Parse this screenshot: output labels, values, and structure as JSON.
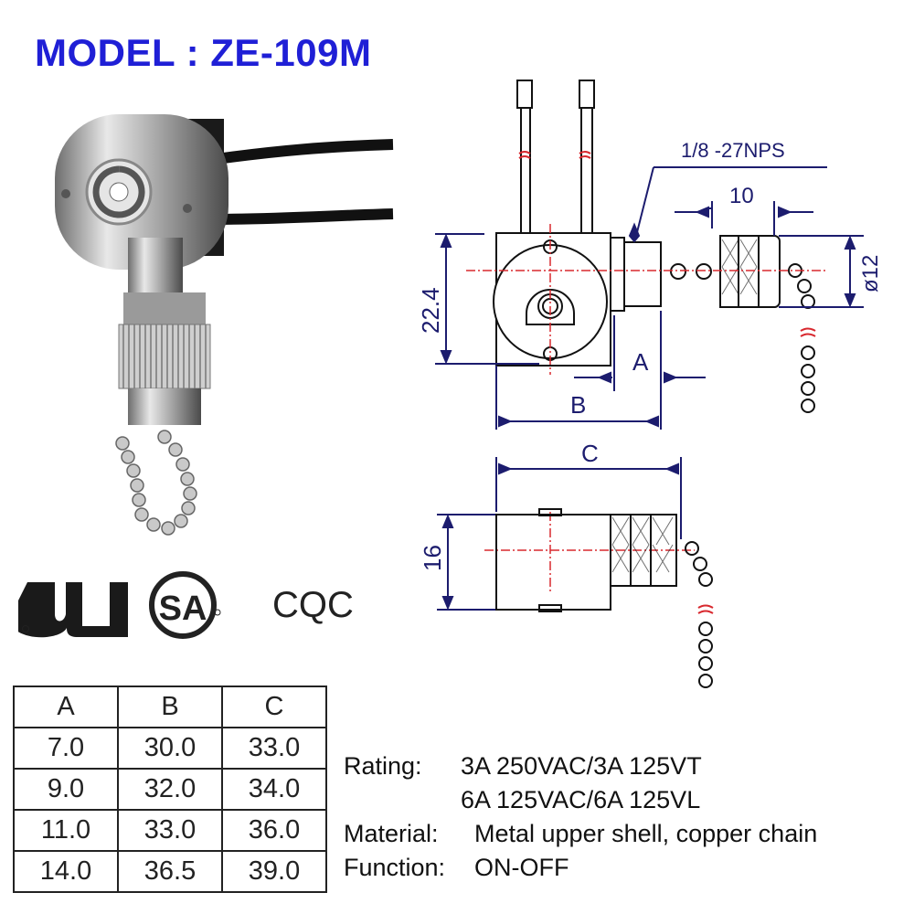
{
  "title": "MODEL : ZE-109M",
  "colors": {
    "title": "#1f1fd6",
    "dimension_lines": "#1c1c6e",
    "center_lines": "#d8282e"
  },
  "certifications": {
    "ul": "UL",
    "csa": "SA",
    "cqc": "CQC"
  },
  "drawing": {
    "thread_label": "1/8 -27NPS",
    "dim_10": "10",
    "dim_dia12": "ø12",
    "dim_22_4": "22.4",
    "dim_a": "A",
    "dim_b": "B",
    "dim_c": "C",
    "dim_16": "16"
  },
  "table": {
    "headers": [
      "A",
      "B",
      "C"
    ],
    "rows": [
      [
        "7.0",
        "30.0",
        "33.0"
      ],
      [
        "9.0",
        "32.0",
        "34.0"
      ],
      [
        "11.0",
        "33.0",
        "36.0"
      ],
      [
        "14.0",
        "36.5",
        "39.0"
      ]
    ]
  },
  "specs": {
    "rating_label": "Rating:",
    "rating_line1": "3A 250VAC/3A 125VT",
    "rating_line2": "6A 125VAC/6A 125VL",
    "material_label": "Material:",
    "material_value": "Metal upper shell, copper chain",
    "function_label": "Function:",
    "function_value": "ON-OFF"
  }
}
